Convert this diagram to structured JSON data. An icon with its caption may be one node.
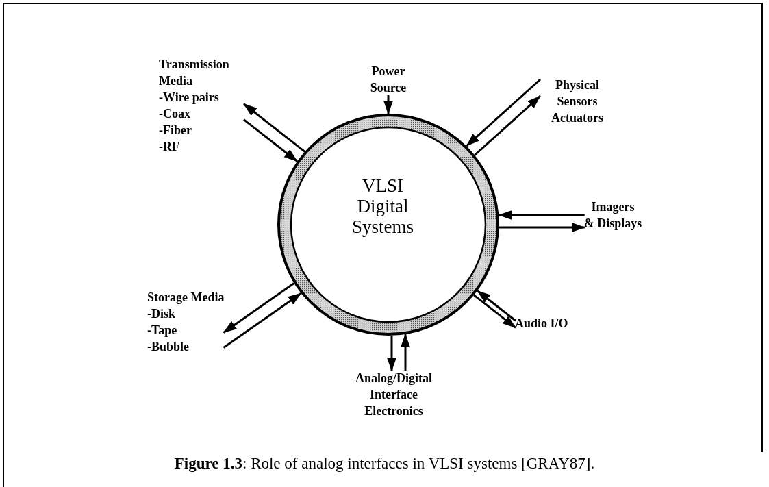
{
  "diagram": {
    "caption": "**Figure 1.3**: Role of analog interfaces in VLSI systems [GRAY87].",
    "nodes": [
      {
        "text": [
          "VLSI Digital Systems"
        ]
      },
      {
        "text": [
          "Power Source"
        ]
      },
      {
        "text": [
          "Transmission Media",
          "-Wire pairs",
          "-Coax",
          "-Fiber",
          "-RF"
        ]
      },
      {
        "text": [
          "Physical Sensors Actuators"
        ]
      },
      {
        "text": [
          "Imagers",
          "& Displays"
        ]
      },
      {
        "text": [
          "Audio I/O"
        ]
      },
      {
        "text": [
          "Analog/Digital Interface Electronics"
        ]
      },
      {
        "text": [
          "Storage Media",
          "-Disk",
          "-Tape",
          "-Bubble"
        ]
      }
    ],
    "edges": [
      {
        "from": 1,
        "to": 0,
        "arrow": "to"
      },
      {
        "from": 0,
        "to": 2,
        "arrow": "to"
      },
      {
        "from": 2,
        "to": 0,
        "arrow": "to"
      },
      {
        "from": 3,
        "to": 0,
        "arrow": "to"
      },
      {
        "from": 0,
        "to": 3,
        "arrow": "to"
      },
      {
        "from": 4,
        "to": 0,
        "arrow": "to"
      },
      {
        "from": 0,
        "to": 4,
        "arrow": "to"
      },
      {
        "from": 5,
        "to": 0,
        "arrow": "to"
      },
      {
        "from": 0,
        "to": 5,
        "arrow": "to"
      },
      {
        "from": 0,
        "to": 6,
        "arrow": "to"
      },
      {
        "from": 6,
        "to": 0,
        "arrow": "to"
      },
      {
        "from": 0,
        "to": 7,
        "arrow": "to"
      },
      {
        "from": 7,
        "to": 0,
        "arrow": "to"
      }
    ]
  }
}
